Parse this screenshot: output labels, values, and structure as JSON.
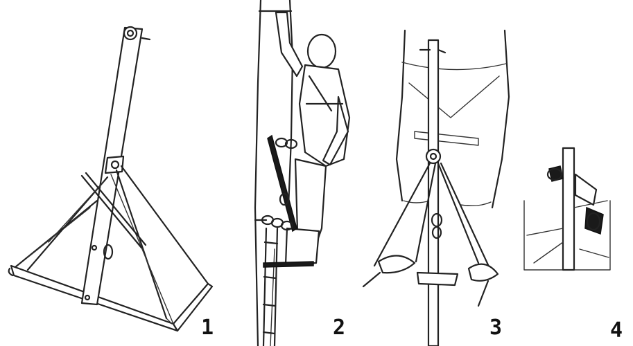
{
  "figure": {
    "panels": [
      {
        "label": "1",
        "subject": "folding-tripod-frame"
      },
      {
        "label": "2",
        "subject": "climber-on-tree-trunk"
      },
      {
        "label": "3",
        "subject": "harness-and-seat-on-pole"
      },
      {
        "label": "4",
        "subject": "clamp-detail"
      }
    ]
  }
}
